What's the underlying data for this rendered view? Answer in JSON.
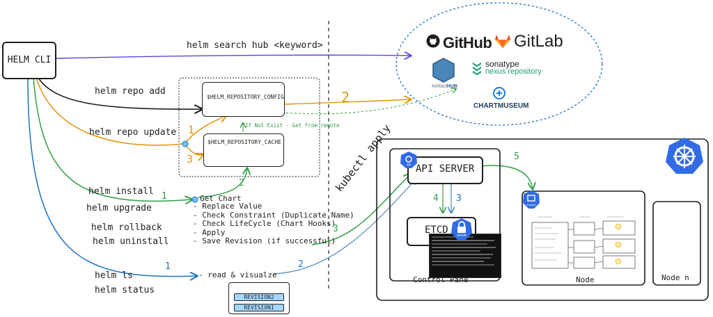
{
  "cli": {
    "label": "HELM CLI"
  },
  "commands": {
    "search": "helm search hub <keyword>",
    "repo_add": "helm repo add",
    "repo_update": "helm repo update",
    "install": "helm install",
    "upgrade": "helm upgrade",
    "rollback": "helm rollback",
    "uninstall": "helm uninstall",
    "ls": "helm ls",
    "status": "helm status"
  },
  "local_config": {
    "repo_config": "$HELM_REPOSITORY_CONFIG",
    "repo_cache": "$HELM_REPOSITORY_CACHE",
    "note": "If Not Exist - Get from remote"
  },
  "steps": {
    "get_chart": "Get Chart",
    "list": [
      "- Replace Value",
      "- Check Constraint (Duplicate Name)",
      "- Check LifeCycle (Chart Hooks)",
      "- Apply",
      "- Save Revision (if successful)"
    ],
    "read": "- read & visualze"
  },
  "numbers": {
    "n2_remote": "2",
    "n1_update": "1",
    "n3_update": "3",
    "n2_getchart": "2",
    "n1_install": "1",
    "n3_apply": "3",
    "n1_ls": "1",
    "n2_read": "2",
    "n5": "5",
    "n4": "4",
    "n3_etcd": "3"
  },
  "kubectl": "kubectl apply",
  "repos": {
    "github": "GitHub",
    "gitlab": "GitLab",
    "artifacthub_a": "Artifact",
    "artifacthub_b": "HUB",
    "sonatype": "sonatype",
    "nexus": "nexus repository",
    "chartmuseum": "CHARTMUSEUM"
  },
  "cluster": {
    "api_server": "API SERVER",
    "etcd": "ETCD",
    "control_plane": "Control Pane",
    "node": "Node",
    "node_n": "Node n",
    "api_badge": "api",
    "secret_badge": "secret",
    "kubelet_badge": "kubelet"
  },
  "revisions": [
    "REVISION2",
    "REVISION1"
  ],
  "colors": {
    "purple": "#6741d9",
    "black": "#1e1e1e",
    "orange": "#e59409",
    "green": "#2f9e44",
    "blue": "#1971c2",
    "k8s": "#326ce5"
  }
}
